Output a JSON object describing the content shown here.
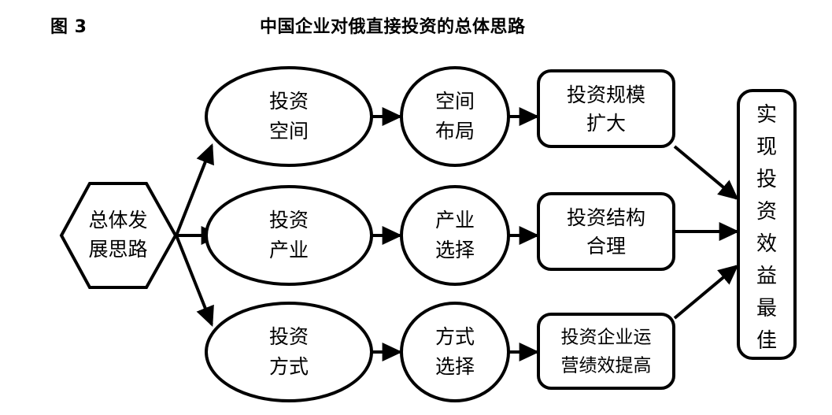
{
  "figure": {
    "label": "图 3",
    "title": "中国企业对俄直接投资的总体思路",
    "type": "flow-diagram",
    "background_color": "#ffffff",
    "stroke_color": "#000000"
  },
  "nodes": {
    "source": {
      "shape": "hexagon",
      "line1": "总体发",
      "line2": "展思路"
    },
    "stage1": [
      {
        "shape": "ellipse",
        "line1": "投资",
        "line2": "空间"
      },
      {
        "shape": "ellipse",
        "line1": "投资",
        "line2": "产业"
      },
      {
        "shape": "ellipse",
        "line1": "投资",
        "line2": "方式"
      }
    ],
    "stage2": [
      {
        "shape": "circle",
        "line1": "空间",
        "line2": "布局"
      },
      {
        "shape": "circle",
        "line1": "产业",
        "line2": "选择"
      },
      {
        "shape": "circle",
        "line1": "方式",
        "line2": "选择"
      }
    ],
    "stage3": [
      {
        "shape": "rounded-rect",
        "line1": "投资规模",
        "line2": "扩大"
      },
      {
        "shape": "rounded-rect",
        "line1": "投资结构",
        "line2": "合理"
      },
      {
        "shape": "rounded-rect",
        "line1": "投资企业运",
        "line2": "营绩效提高"
      }
    ],
    "outcome": {
      "shape": "rounded-rect-vertical",
      "text": "实现投资效益最佳",
      "chars": [
        "实",
        "现",
        "投",
        "资",
        "效",
        "益",
        "最",
        "佳"
      ]
    }
  },
  "edges": {
    "from_source": [
      "到 投资空间",
      "到 投资产业",
      "到 投资方式"
    ],
    "row_flows": [
      [
        "投资空间 → 空间布局",
        "空间布局 → 投资规模扩大",
        "投资规模扩大 → 实现投资效益最佳"
      ],
      [
        "投资产业 → 产业选择",
        "产业选择 → 投资结构合理",
        "投资结构合理 → 实现投资效益最佳"
      ],
      [
        "投资方式 → 方式选择",
        "方式选择 → 投资企业运营绩效提高",
        "投资企业运营绩效提高 → 实现投资效益最佳"
      ]
    ]
  }
}
